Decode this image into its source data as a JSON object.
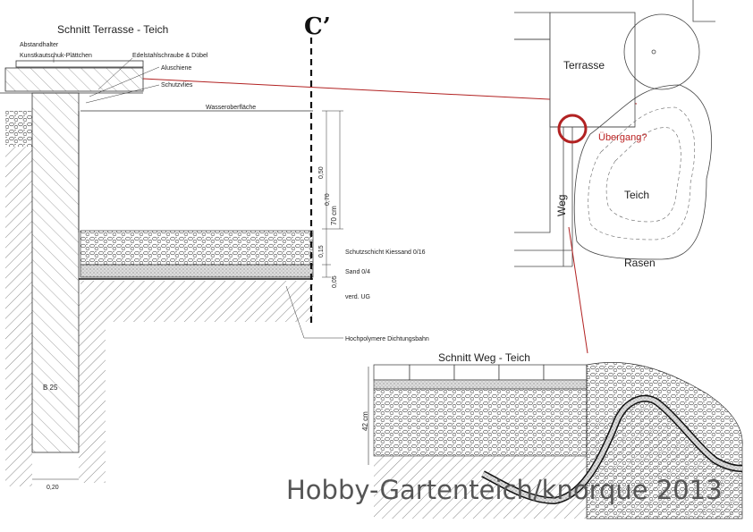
{
  "left_section": {
    "title": "Schnitt Terrasse - Teich",
    "marker": "C’",
    "labels": {
      "spacer": "Abstandhalter",
      "pads": "Kunstkautschuk-Plättchen",
      "screw": "Edelstahlschraube & Dübel",
      "rail": "Aluschiene",
      "fleece": "Schutzvlies",
      "water": "Wasseroberfläche",
      "gravel": "Schutzschicht Kiessand 0/16",
      "sand": "Sand 0/4",
      "subsoil": "verd. UG",
      "membrane": "Hochpolymere Dichtungsbahn",
      "concrete": "B 25",
      "wall_width": "0,20"
    },
    "dimensions": {
      "d1": "0,50",
      "d2": "0,70",
      "d3": "70 cm",
      "d4": "0,15",
      "d5": "0,05"
    }
  },
  "plan": {
    "terrace": "Terrasse",
    "transition": "Übergang?",
    "pond": "Teich",
    "path": "Weg",
    "lawn": "Rasen"
  },
  "right_section": {
    "title": "Schnitt Weg - Teich",
    "depth": "42 cm"
  },
  "watermark": "Hobby-Gartenteich/knorque 2013",
  "colors": {
    "accent": "#b22222",
    "line": "#222222"
  }
}
